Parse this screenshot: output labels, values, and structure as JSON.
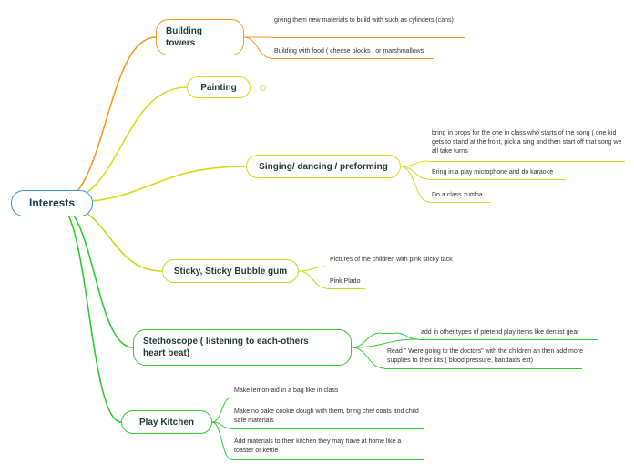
{
  "root": {
    "label": "Interests"
  },
  "topics": [
    {
      "label": "Building towers",
      "color": "#f39a22",
      "children": [
        "giving them new materials to build with such as cylinders (cans)",
        "Building with food ( cheese blocks , or marshmallows"
      ]
    },
    {
      "label": "Painting",
      "color": "#d6dc1c",
      "children": []
    },
    {
      "label": "Singing/ dancing / preforming",
      "color": "#d6dc1c",
      "children": [
        "bring in props for the one in class who starts of the song ( one kid gets to stand at the front, pick a sing and then start off that song we all take turns",
        "Bring in a play microphone and do karaoke",
        "Do a class zumba"
      ]
    },
    {
      "label": "Sticky, Sticky Bubble gum",
      "color": "#c8d81a",
      "children": [
        "Pictures of the children with pink sticky tack",
        "Pink Plado"
      ]
    },
    {
      "label": "Stethoscope ( listening to each-others heart beat)",
      "color": "#2ecc2e",
      "children": [
        "",
        "add in other types of pretend play items like dentist gear",
        "Read  \" Were going to the doctors\" with the children an then add more supplies to their kits ( blood pressure, bandaids ext)"
      ]
    },
    {
      "label": "Play Kitchen",
      "color": "#2ecc2e",
      "children": [
        "Make lemon-aid in a bag like in class",
        "Make no bake cookie dough with them, bring chef coats and child safe materials",
        "Add materials to their kitchen they may have at home like a toaster or kettle"
      ]
    }
  ]
}
